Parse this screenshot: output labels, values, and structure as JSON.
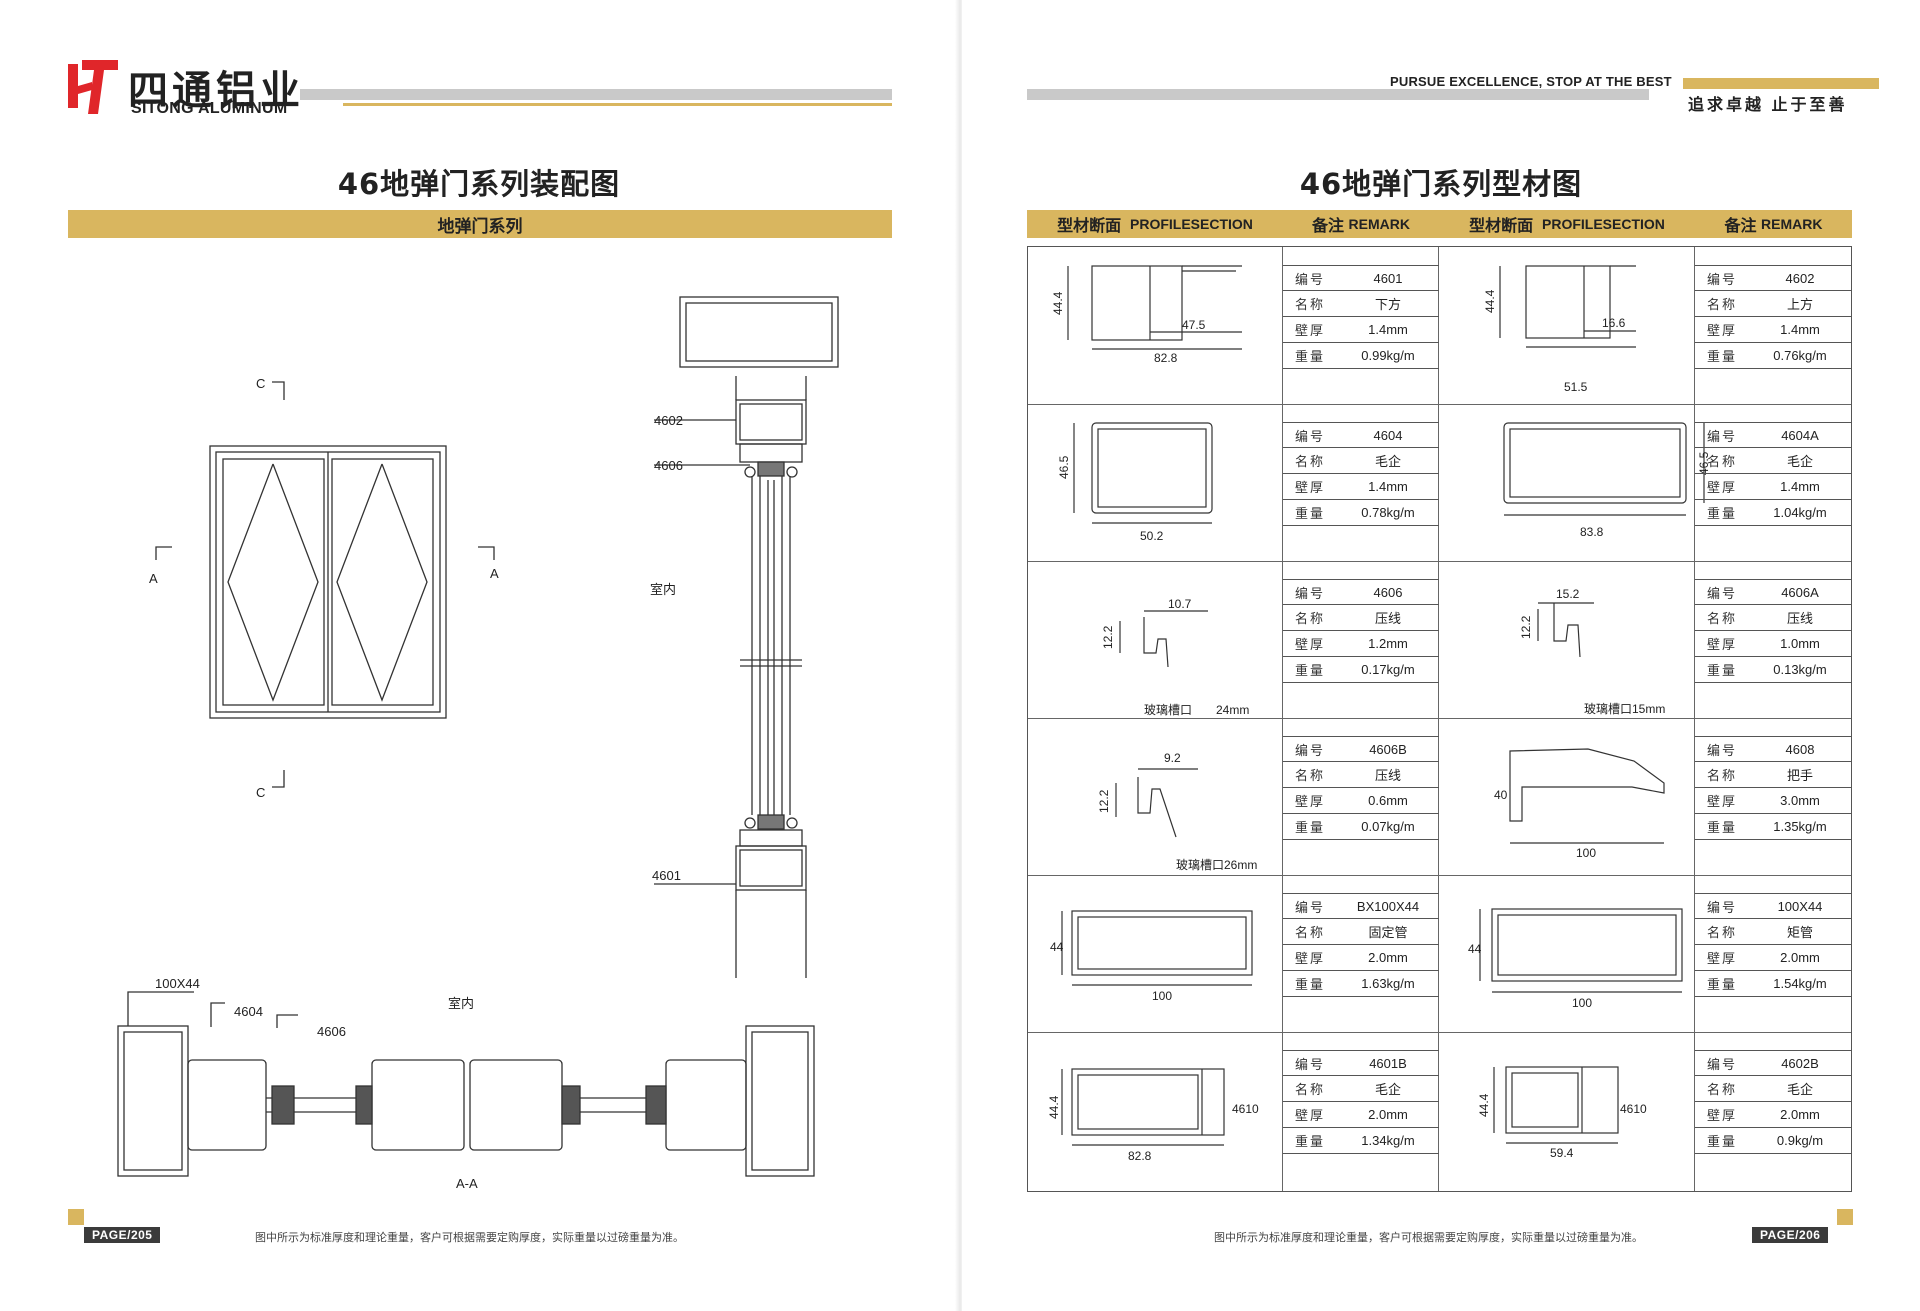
{
  "brand": {
    "name_cn": "四通铝业",
    "name_en": "SITONG ALUMINUM"
  },
  "slogan": {
    "en": "PURSUE EXCELLENCE, STOP AT THE BEST",
    "cn": "追求卓越  止于至善"
  },
  "left_page": {
    "title": "46地弹门系列装配图",
    "section_bar": "地弹门系列",
    "labels": {
      "c_top": "C",
      "c_bottom": "C",
      "a_left": "A",
      "a_right": "A",
      "indoor_right": "室内",
      "indoor_bottom": "室内",
      "p4602": "4602",
      "p4606": "4606",
      "p4601": "4601",
      "p100x44": "100X44",
      "p4604": "4604",
      "p4606b": "4606",
      "section": "A-A"
    },
    "footer_note": "图中所示为标准厚度和理论重量，客户可根据需要定购厚度，实际重量以过磅重量为准。",
    "page_label": "PAGE/205"
  },
  "right_page": {
    "title": "46地弹门系列型材图",
    "header": {
      "c1_cn": "型材断面",
      "c1_en": "PROFILESECTION",
      "c2_cn": "备注",
      "c2_en": "REMARK",
      "c3_cn": "型材断面",
      "c3_en": "PROFILESECTION",
      "c4_cn": "备注",
      "c4_en": "REMARK"
    },
    "spec_keys": [
      "编号",
      "名称",
      "壁厚",
      "重量"
    ],
    "profiles": [
      {
        "code": "4601",
        "name": "下方",
        "wall": "1.4mm",
        "weight": "0.99kg/m",
        "dims": [
          "44.4",
          "47.5",
          "82.8"
        ]
      },
      {
        "code": "4602",
        "name": "上方",
        "wall": "1.4mm",
        "weight": "0.76kg/m",
        "dims": [
          "44.4",
          "16.6",
          "51.5"
        ]
      },
      {
        "code": "4604",
        "name": "毛企",
        "wall": "1.4mm",
        "weight": "0.78kg/m",
        "dims": [
          "46.5",
          "50.2"
        ]
      },
      {
        "code": "4604A",
        "name": "毛企",
        "wall": "1.4mm",
        "weight": "1.04kg/m",
        "dims": [
          "46.5",
          "83.8"
        ]
      },
      {
        "code": "4606",
        "name": "压线",
        "wall": "1.2mm",
        "weight": "0.17kg/m",
        "dims": [
          "10.7",
          "12.2"
        ],
        "note_a": "玻璃槽口",
        "note_b": "24mm"
      },
      {
        "code": "4606A",
        "name": "压线",
        "wall": "1.0mm",
        "weight": "0.13kg/m",
        "dims": [
          "15.2",
          "12.2"
        ],
        "note_a": "玻璃槽口15mm"
      },
      {
        "code": "4606B",
        "name": "压线",
        "wall": "0.6mm",
        "weight": "0.07kg/m",
        "dims": [
          "9.2",
          "12.2"
        ],
        "note_a": "玻璃槽口26mm"
      },
      {
        "code": "4608",
        "name": "把手",
        "wall": "3.0mm",
        "weight": "1.35kg/m",
        "dims": [
          "40",
          "100"
        ]
      },
      {
        "code": "BX100X44",
        "name": "固定管",
        "wall": "2.0mm",
        "weight": "1.63kg/m",
        "dims": [
          "44",
          "100"
        ]
      },
      {
        "code": "100X44",
        "name": "矩管",
        "wall": "2.0mm",
        "weight": "1.54kg/m",
        "dims": [
          "44",
          "100"
        ]
      },
      {
        "code": "4601B",
        "name": "毛企",
        "wall": "2.0mm",
        "weight": "1.34kg/m",
        "dims": [
          "44.4",
          "4610",
          "82.8"
        ]
      },
      {
        "code": "4602B",
        "name": "毛企",
        "wall": "2.0mm",
        "weight": "0.9kg/m",
        "dims": [
          "44.4",
          "4610",
          "59.4"
        ]
      }
    ],
    "footer_note": "图中所示为标准厚度和理论重量，客户可根据需要定购厚度，实际重量以过磅重量为准。",
    "page_label": "PAGE/206"
  },
  "colors": {
    "gold": "#d9b65f",
    "gray_bar": "#c9c9c9",
    "logo_red": "#e0262a",
    "badge": "#3b3b3b"
  }
}
